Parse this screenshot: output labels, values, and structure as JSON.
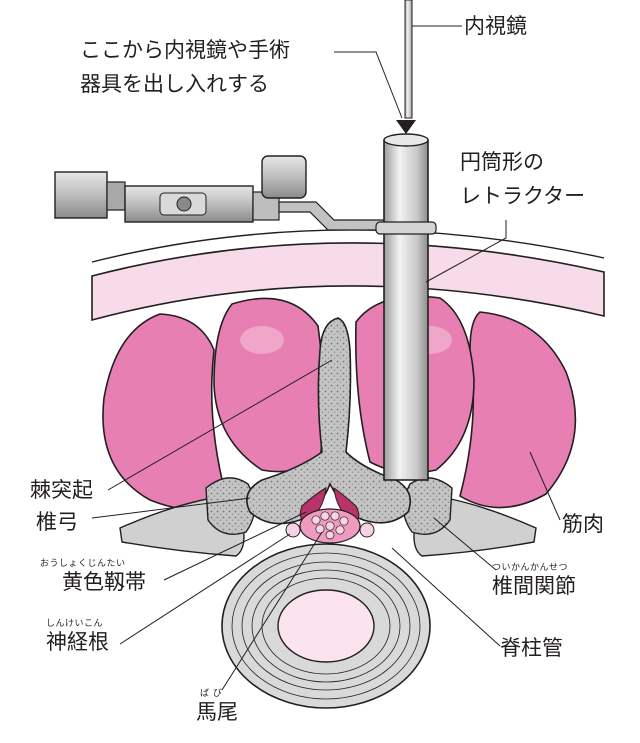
{
  "labels": {
    "endoscope": "内視鏡",
    "insert_line1": "ここから内視鏡や手術",
    "insert_line2": "器具を出し入れする",
    "retractor_line1": "円筒形の",
    "retractor_line2": "レトラクター",
    "spinous_process": "棘突起",
    "lamina": "椎弓",
    "ligamentum_flavum": "黄色靱帯",
    "ligamentum_flavum_ruby": "おうしょくじんたい",
    "nerve_root": "神経根",
    "nerve_root_ruby": "しんけいこん",
    "cauda_equina": "馬尾",
    "cauda_equina_ruby": "ば び",
    "muscle": "筋肉",
    "facet_joint": "椎間関節",
    "facet_joint_ruby": "ついかんかんせつ",
    "spinal_canal": "脊柱管"
  },
  "colors": {
    "muscle": "#e77fb2",
    "muscle_highlight": "#f3b7d3",
    "skin": "#f7dbe8",
    "bone": "#bdbdbd",
    "disc": "#d9d9d9",
    "canal": "#fce4ef",
    "outline": "#231f20"
  }
}
